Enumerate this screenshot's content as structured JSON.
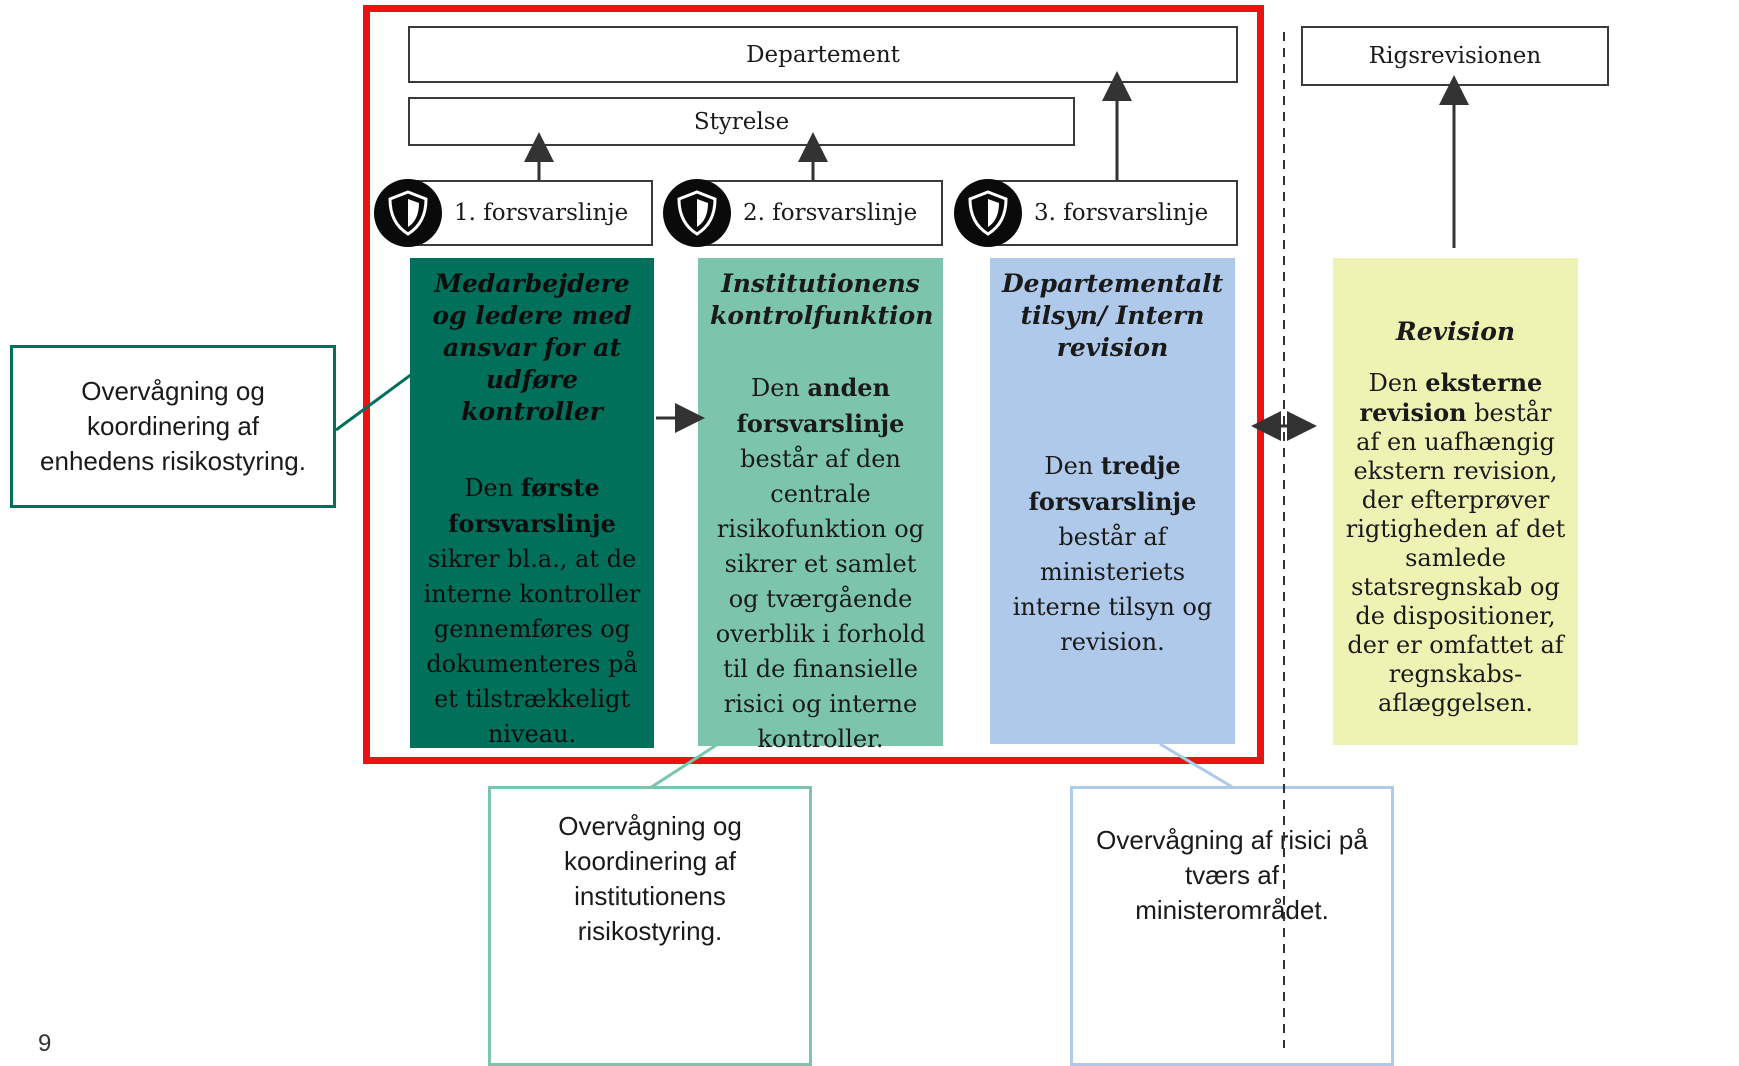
{
  "boxes": {
    "departement": "Departement",
    "styrelse": "Styrelse",
    "rigsrevisionen": "Rigsrevisionen"
  },
  "lines": [
    {
      "label": "1. forsvarslinje",
      "icon": "shield-icon"
    },
    {
      "label": "2. forsvarslinje",
      "icon": "shield-icon"
    },
    {
      "label": "3. forsvarslinje",
      "icon": "shield-icon"
    }
  ],
  "columns": [
    {
      "heading": "Medarbejdere og ledere med ansvar for at udføre kontroller",
      "pre": "Den ",
      "bold": "første forsvarslinje",
      "post": " sikrer bl.a., at de interne kontroller gennemføres og dokumenteres på et tilstrækkeligt niveau.",
      "color": "#00705a"
    },
    {
      "heading": "Institutionens kontrolfunktion",
      "pre": "Den ",
      "bold": "anden forsvarslinje",
      "post": " består af den centrale risikofunktion og sikrer et samlet og tværgående overblik i forhold til de finansielle risici og interne kontroller.",
      "color": "#7cc4ac"
    },
    {
      "heading": "Departementalt tilsyn/ Intern revision",
      "pre": "Den ",
      "bold": "tredje forsvarslinje",
      "post": " består af ministeriets interne tilsyn og revision.",
      "color": "#aec9ea"
    },
    {
      "heading": "Revision",
      "pre": "Den ",
      "bold": "eksterne revision",
      "post": " består af en uafhængig ekstern revision, der efterprøver rigtigheden af det samlede statsregnskab og de dispositioner, der er omfattet af regnskabs-aflæggelsen.",
      "color": "#eef3b4"
    }
  ],
  "callouts": [
    {
      "text": "Overvågning og koordinering af enhedens risikostyring.",
      "border": "#00705a"
    },
    {
      "text": "Overvågning og koordinering af institutionens risikostyring.",
      "border": "#7cc4ac"
    },
    {
      "text": "Overvågning af risici på tværs af ministerområdet.",
      "border": "#aec9ea"
    }
  ],
  "page_number": "9",
  "colors": {
    "frame": "#ee1111"
  }
}
